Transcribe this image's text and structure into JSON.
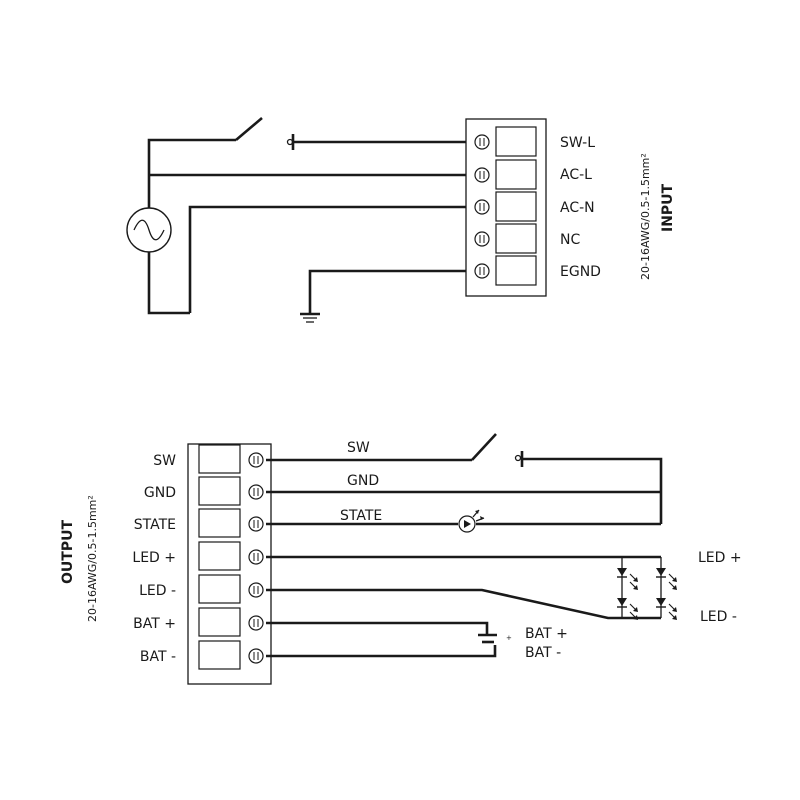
{
  "input": {
    "terminals": [
      "SW-L",
      "AC-L",
      "AC-N",
      "NC",
      "EGND"
    ],
    "wire_spec": "20-16AWG/0.5-1.5mm²",
    "title": "INPUT"
  },
  "output": {
    "terminals": [
      "SW",
      "GND",
      "STATE",
      "LED +",
      "LED -",
      "BAT +",
      "BAT -"
    ],
    "wire_spec": "20-16AWG/0.5-1.5mm²",
    "title": "OUTPUT",
    "wire_labels": {
      "sw": "SW",
      "gnd": "GND",
      "state": "STATE"
    },
    "led_labels": {
      "plus": "LED +",
      "minus": "LED -"
    },
    "battery_labels": {
      "plus": "BAT +",
      "minus": "BAT -"
    }
  },
  "icons": [
    "switch-icon",
    "ac-source-icon",
    "ground-icon",
    "indicator-led-icon",
    "led-array-icon",
    "battery-icon"
  ]
}
